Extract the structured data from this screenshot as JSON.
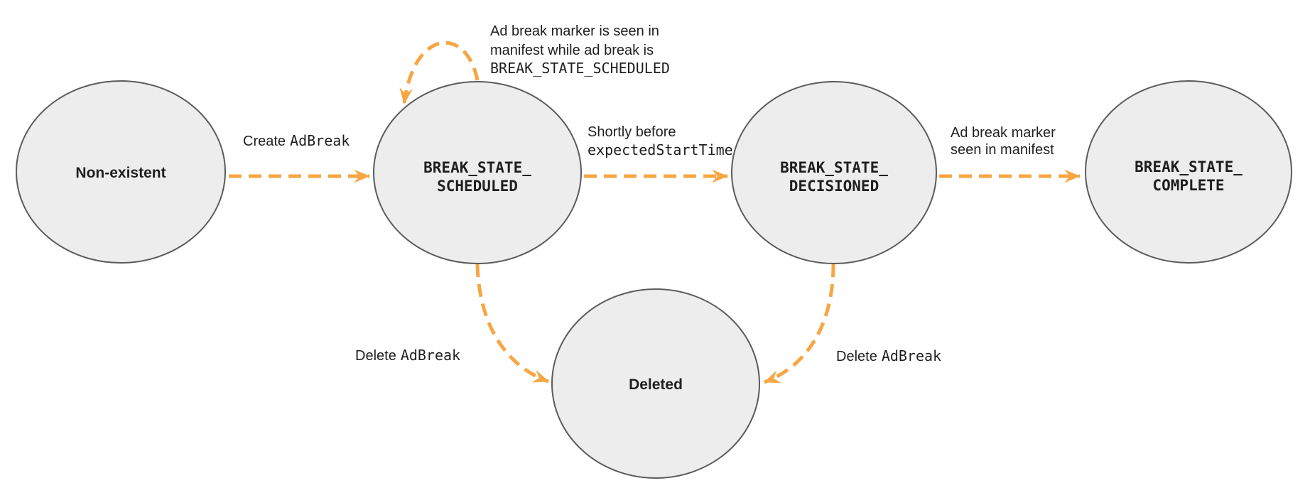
{
  "colors": {
    "accent": "#F7A644",
    "node_fill": "#EDEDED",
    "node_stroke": "#5B5B5B",
    "text": "#1F1F1F"
  },
  "nodes": [
    {
      "id": "non-existent",
      "lines": [
        "Non-existent"
      ]
    },
    {
      "id": "break-state-scheduled",
      "lines": [
        "BREAK_STATE_",
        "SCHEDULED"
      ]
    },
    {
      "id": "break-state-decisioned",
      "lines": [
        "BREAK_STATE_",
        "DECISIONED"
      ]
    },
    {
      "id": "break-state-complete",
      "lines": [
        "BREAK_STATE_",
        "COMPLETE"
      ]
    },
    {
      "id": "deleted",
      "lines": [
        "Deleted"
      ]
    }
  ],
  "edges": [
    {
      "from": "non-existent",
      "to": "break-state-scheduled",
      "label": {
        "plain": "Create",
        "code": "AdBreak"
      }
    },
    {
      "from": "break-state-scheduled",
      "to": "break-state-scheduled",
      "label": {
        "plain_lines": [
          "Ad break marker is seen in",
          "manifest while ad break is"
        ],
        "code": "BREAK_STATE_SCHEDULED"
      }
    },
    {
      "from": "break-state-scheduled",
      "to": "break-state-decisioned",
      "label": {
        "plain": "Shortly before",
        "code": "expectedStartTime"
      }
    },
    {
      "from": "break-state-decisioned",
      "to": "break-state-complete",
      "label": {
        "plain_lines": [
          "Ad break marker",
          "seen in manifest"
        ]
      }
    },
    {
      "from": "break-state-scheduled",
      "to": "deleted",
      "label": {
        "plain": "Delete",
        "code": "AdBreak"
      }
    },
    {
      "from": "break-state-decisioned",
      "to": "deleted",
      "label": {
        "plain": "Delete",
        "code": "AdBreak"
      }
    }
  ]
}
